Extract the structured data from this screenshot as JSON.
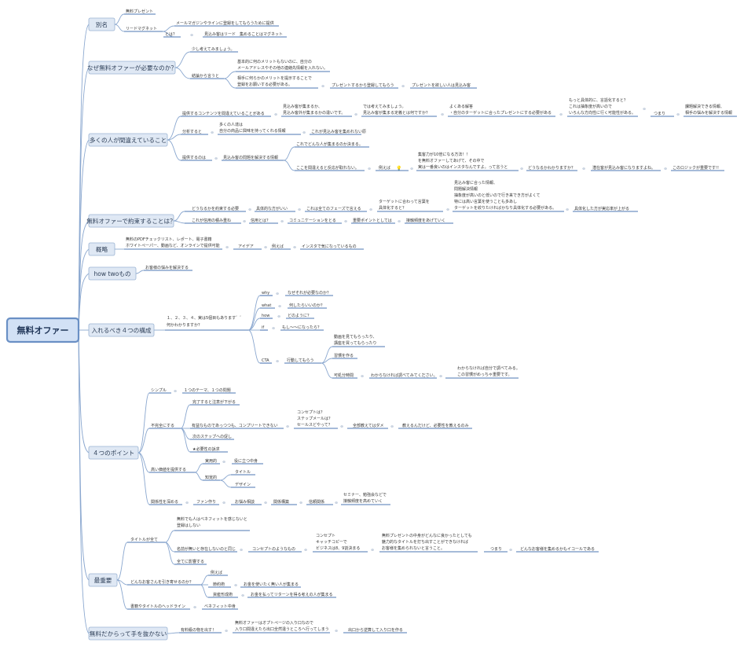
{
  "root": "無料オファー",
  "branches": {
    "b1": "別名",
    "b2": "なぜ無料オファーが必要なのか？",
    "b3": "多くの人が間違えていること",
    "b4": "無料オファーで約束することは？",
    "b5": "概略",
    "b6": "how twoもの",
    "b7": "入れるべき４つの構成",
    "b8": "４つのポイント",
    "b9": "最重要",
    "b10": "無料だからって手を抜かない"
  },
  "nodes": {
    "n1": "無料プレゼント",
    "n2": "リードマグネット",
    "n3": "メールマガジンやラインに登録をしてもらうために提供",
    "n4": "とは？",
    "n5": "見込み客はリード　集めることはマグネット",
    "n6": "少し考えてみましょう。",
    "n7": "結論から言うと",
    "n8a": "基本的に何のメリットもないのに、自分の",
    "n8b": "メールアドレスやその他の連絡先情報を入れない。",
    "n9a": "相手に何らかのメリットを提示することで",
    "n9b": "登録をお願いする必要がある。",
    "n10": "プレゼントするから登録してもらう",
    "n11": "プレゼントを欲しい人は見込み客",
    "n12": "提供するコンテンツを間違えていることがある",
    "n13a": "見込み客が集まるか、",
    "n13b": "見込み客外が集まるかの違いです。",
    "n14a": "では考えてみましょう。",
    "n14b": "見込み客が集まる定義とは何ですか？",
    "n15a": "よくある解答",
    "n15b": "・自分のターゲットに合ったプレゼントにする必要がある",
    "n16a": "もっと具体的に、言語化すると？",
    "n16b": "これは抽象度が高いので",
    "n16c": "いろんな方向性に行く可能性がある。",
    "n17": "つまり",
    "n18a": "課題解決できる情報、",
    "n18b": "相手の悩みを解決する情報",
    "n19": "分析すると",
    "n20a": "多くの人達は",
    "n20b": "自分の商品に興味を持ってくれる情報",
    "n21": "これが見込み客を集めれない原",
    "n22": "提供するのは",
    "n23": "見込み客の問題を解決する情報",
    "n24": "これでどんな人が集まるのか決まる。",
    "n25": "ここを間違えると反応が取れない。",
    "n26": "例えば",
    "n27a": "集客力が10倍になる方法！！",
    "n27b": "を無料オファーしてあげて、その中で",
    "n27c": "実は一番良いのはインスタなんですよ。って言うと",
    "n28": "どうなるかわかりますか？",
    "n29": "潜在客が見込み客になりますよね。",
    "n30": "このロジックが重要です!!",
    "n31": "どうなるかを約束する必要",
    "n32": "具体的な方がいい",
    "n33": "これは全てのフェーズで言える",
    "n34a": "ターゲットに合わって言葉を",
    "n34b": "具体化すると？",
    "n35a": "見込み客に合った情報、",
    "n35b": "問題解決情報",
    "n35c": "抽象度が高いのと低いので行き来でき方がよくて",
    "n35d": "特には高い言葉を使うことも多あし",
    "n35e": "ターゲットを絞りたければかなり具体化する必要がある。",
    "n36": "具体化した方が実応率が上がる",
    "n37": "これが信用の積み重ね",
    "n38": "信用とは？",
    "n39": "コミュニケーションをとる",
    "n40": "重要ポイントとしては",
    "n41": "接触頻度をあげていく",
    "n42a": "無料のPDFチェックリスト、レポート、電子書籍",
    "n42b": "ホワイトペーパー、動画など、オンラインで提供可能",
    "n43": "アイデア",
    "n44": "例えば",
    "n45": "インスタで気になっているもの",
    "n46": "お客様の悩みを解決する",
    "n47a": "１、２、３、４、実は5個目もあります゛゛",
    "n47b": "何かわかりますか？",
    "n48": "why",
    "n49": "なぜそれが必要なのか？",
    "n50": "what",
    "n51": "何したらいいのか？",
    "n52": "how",
    "n53": "どのように？",
    "n54": "if",
    "n55": "もし〜〜になったら？",
    "n56": "CTA",
    "n57": "行動してもらう",
    "n58a": "動画を見てもらったり、",
    "n58b": "講座を買ってもらったり",
    "n59": "習慣を作る",
    "n60": "可処分時間",
    "n61": "わからなければ調べてみてください。",
    "n62a": "わからなければ自分で調べてみる。",
    "n62b": "この習慣がめっちゃ重要です。",
    "n63": "シンプル",
    "n64": "１つのテーマ、１つの問題",
    "n65": "不完全にする",
    "n66": "完了すると注意が下がる",
    "n67": "有益なものであっつつも、コンプリートできない",
    "n68a": "コンセプトは？",
    "n68b": "ステップメールは？",
    "n68c": "セールスどやって？",
    "n69": "全部教えてはダメ",
    "n70": "教えるんだけど、必要性を教えるのみ",
    "n71": "次のステップへの促し",
    "n72": "★必要性の訴求",
    "n73": "高い価値を提供する",
    "n74": "実用的",
    "n75": "役に立つ中身",
    "n76": "知覚的",
    "n77": "タイトル",
    "n78": "デザイン",
    "n79": "関係性を深める",
    "n80": "ファン作り",
    "n81": "お悩み相談",
    "n82": "関係構築",
    "n83": "信頼関係",
    "n84a": "セミナー、勉強会などで",
    "n84b": "接触頻度を高めていく",
    "n85": "タイトルが全て",
    "n86a": "無料でも人はベネフィットを感じないと",
    "n86b": "登録はしない",
    "n87": "名前が無いと存在しないのと同じ",
    "n88": "コンセプトのようなもの",
    "n89a": "コンセプト",
    "n89b": "キャッチコピーで",
    "n89c": "ビジネスは8、9割決まる",
    "n90a": "無料プレゼントの中身がどんなに良かったとしても",
    "n90b": "魅力的なタイトルを打ち出すことができなければ",
    "n90c": "お客様を集められないと言うこと。",
    "n91": "つまり",
    "n92": "どんなお客様を集めるかもイコールである",
    "n93": "全てに影響する",
    "n94": "どんなお客さんを引き寄せるのか？",
    "n95": "例えば",
    "n96": "節約術",
    "n97": "お金を使いたく無い人が集まる",
    "n98": "資産形成術",
    "n99": "お金を払ってリターンを得る考えの人が集まる",
    "n100": "書籍やタイトルのヘッドライン",
    "n101": "ベネフィット中身",
    "n102": "有料級の物を出す！",
    "n103a": "無料オファーはオプトページの入り口なので",
    "n103b": "入り口間違えたら出口全然違うところへ行ってしまう",
    "n104": "出口から逆算して入り口を作る"
  },
  "collapse_glyph": "⊖",
  "bulb_icon": "lightbulb-icon",
  "colors": {
    "accent": "#4e77b3",
    "branch_fill": "#dfe8f4",
    "root_fill": "#d2e1f5",
    "line": "#8aa7cf"
  }
}
